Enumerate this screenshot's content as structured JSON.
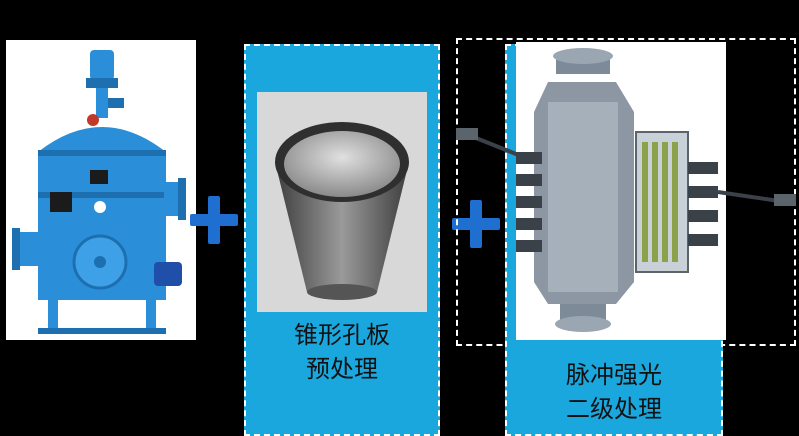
{
  "panels": {
    "filter": {
      "icon": "self-cleaning-filter-icon"
    },
    "orifice": {
      "line1": "锥形孔板",
      "line2": "预处理",
      "icon": "cone-orifice-plate-icon"
    },
    "pulse": {
      "line1": "脉冲强光",
      "line2": "二级处理",
      "icon": "pulse-light-reactor-icon"
    }
  },
  "colors": {
    "background": "#000000",
    "panel_blue": "#1aa7dd",
    "plus_blue": "#1e6fcf",
    "equipment_blue": "#2a8fd8"
  }
}
